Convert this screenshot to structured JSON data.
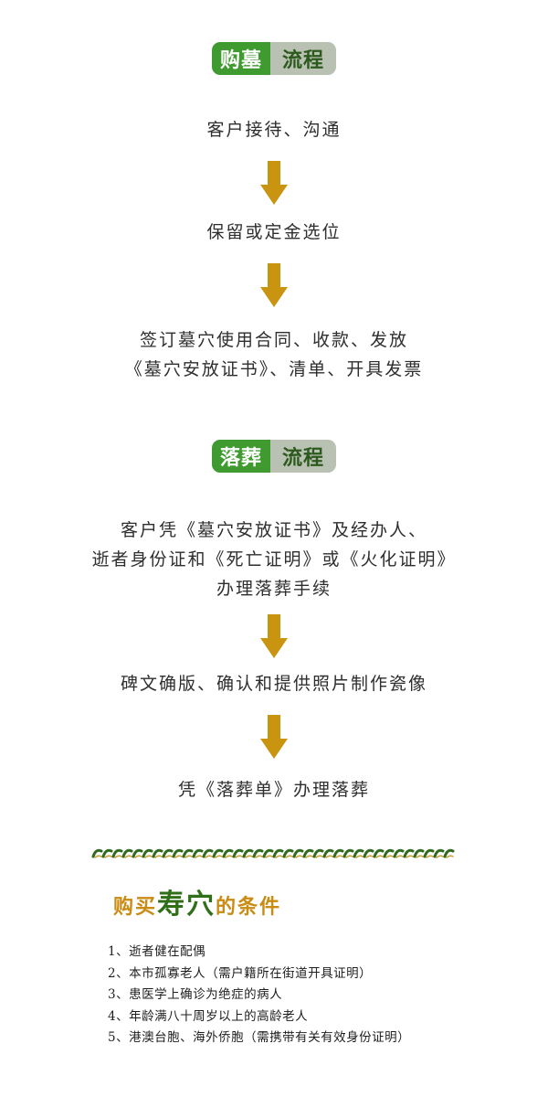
{
  "purchase_section": {
    "badge_left": "购墓",
    "badge_right": "流程",
    "steps": [
      {
        "lines": [
          "客户接待、沟通"
        ]
      },
      {
        "lines": [
          "保留或定金选位"
        ]
      },
      {
        "lines": [
          "签订墓穴使用合同、收款、发放",
          "《墓穴安放证书》、清单、开具发票"
        ]
      }
    ]
  },
  "burial_section": {
    "badge_left": "落葬",
    "badge_right": "流程",
    "steps": [
      {
        "lines": [
          "客户凭《墓穴安放证书》及经办人、",
          "逝者身份证和《死亡证明》或《火化证明》",
          "办理落葬手续"
        ]
      },
      {
        "lines": [
          "碑文确版、确认和提供照片制作瓷像"
        ]
      },
      {
        "lines": [
          "凭《落葬单》办理落葬"
        ]
      }
    ]
  },
  "conditions": {
    "title_part1": "购买",
    "title_part2": "寿穴",
    "title_part3": "的条件",
    "items": [
      "1、逝者健在配偶",
      "2、本市孤寡老人（需户籍所在街道开具证明）",
      "3、患医学上确诊为绝症的病人",
      "4、年龄满八十周岁以上的高龄老人",
      "5、港澳台胞、海外侨胞（需携带有关有效身份证明）"
    ]
  },
  "colors": {
    "badge_green": "#3f9a2f",
    "badge_grey": "#b9c1b2",
    "arrow_gold": "#c9940f",
    "divider_green": "#2f6a1e",
    "divider_gold": "#c9a240"
  },
  "icons": {
    "arrow": "arrow-down-icon",
    "divider": "wave-divider"
  }
}
